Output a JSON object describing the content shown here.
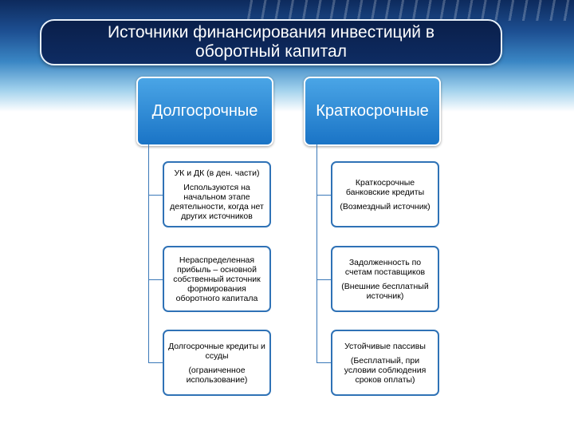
{
  "title": "Источники финансирования  инвестиций в оборотный капитал",
  "left": {
    "header": "Долгосрочные",
    "items": [
      {
        "line1": "УК и ДК (в ден. части)",
        "line2": "Используются на начальном этапе деятельности, когда нет других источников"
      },
      {
        "line1": "Нераспределенная прибыль – основной собственный источник формирования оборотного капитала",
        "line2": ""
      },
      {
        "line1": "Долгосрочные кредиты и ссуды",
        "line2": "(ограниченное использование)"
      }
    ]
  },
  "right": {
    "header": "Краткосрочные",
    "items": [
      {
        "line1": "Краткосрочные банковские кредиты",
        "line2": "(Возмездный источник)"
      },
      {
        "line1": "Задолженность по счетам поставщиков",
        "line2": "(Внешние бесплатный источник)"
      },
      {
        "line1": "Устойчивые пассивы",
        "line2": "(Бесплатный, при условии соблюдения сроков оплаты)"
      }
    ]
  },
  "colors": {
    "header_fill": "#2a86d6",
    "border": "#2f72b6",
    "title_bg": "#0e2c63"
  }
}
